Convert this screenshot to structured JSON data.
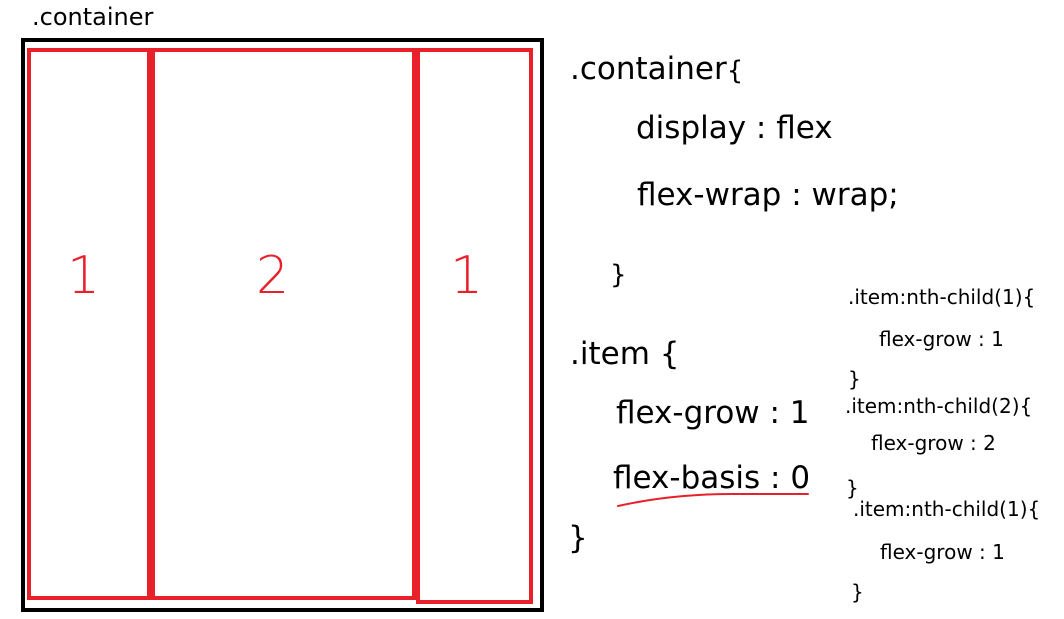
{
  "diagram": {
    "container_label": ".container",
    "items": [
      {
        "number": "1"
      },
      {
        "number": "2"
      },
      {
        "number": "1"
      }
    ]
  },
  "css_code": {
    "container_selector": ".container",
    "container_open_brace": "{",
    "display_line": "display : flex",
    "wrap_line": "flex-wrap : wrap;",
    "container_close_brace": "}",
    "item_selector": ".item {",
    "flex_grow_line": "flex-grow : 1",
    "flex_basis_line": "flex-basis : 0",
    "item_close_brace": "}"
  },
  "nth_child_rules": [
    {
      "selector": ".item:nth-child(1){",
      "declaration": "flex-grow : 1",
      "close": "}"
    },
    {
      "selector": ".item:nth-child(2){",
      "declaration": "flex-grow : 2",
      "close": "}"
    },
    {
      "selector": ".item:nth-child(1){",
      "declaration": "flex-grow : 1",
      "close": "}"
    }
  ],
  "colors": {
    "item_border": "#e8202a",
    "container_border": "#000000",
    "text": "#000000"
  }
}
